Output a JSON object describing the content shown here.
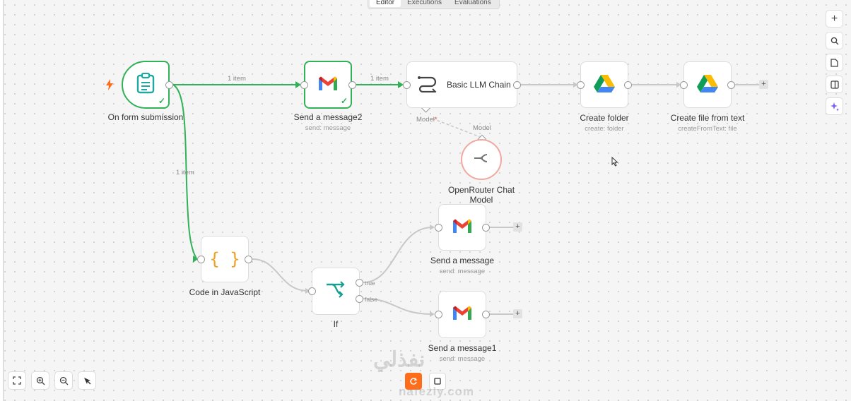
{
  "tabs": [
    {
      "label": "Editor",
      "active": true
    },
    {
      "label": "Executions",
      "active": false
    },
    {
      "label": "Evaluations",
      "active": false
    }
  ],
  "colors": {
    "success": "#31b158",
    "trigger": "#ff6d1a",
    "accent_ai": "#7b5cff",
    "gmail_red": "#ea4335"
  },
  "edges": {
    "item1": "1 item",
    "item2": "1 item",
    "item3": "1 item",
    "true_label": "true",
    "false_label": "false",
    "model_in": "Model",
    "model_out": "Model",
    "required_mark": "*"
  },
  "nodes": {
    "form": {
      "title": "On form submission",
      "icon": "clipboard-icon"
    },
    "send2": {
      "title": "Send a message2",
      "subtitle": "send: message",
      "icon": "gmail-icon"
    },
    "llm": {
      "title": "Basic LLM Chain",
      "icon": "chain-icon"
    },
    "folder": {
      "title": "Create folder",
      "subtitle": "create: folder",
      "icon": "google-drive-icon"
    },
    "file": {
      "title": "Create file from text",
      "subtitle": "createFromText: file",
      "icon": "google-drive-icon"
    },
    "openrouter": {
      "title_line1": "OpenRouter Chat",
      "title_line2": "Model",
      "icon": "openrouter-icon"
    },
    "code": {
      "title": "Code in JavaScript",
      "icon": "braces-icon",
      "glyph": "{ }"
    },
    "if": {
      "title": "If",
      "icon": "branch-icon"
    },
    "send": {
      "title": "Send a message",
      "subtitle": "send: message",
      "icon": "gmail-icon"
    },
    "send1": {
      "title": "Send a message1",
      "subtitle": "send: message",
      "icon": "gmail-icon"
    }
  },
  "toolbar": {
    "zoom_in": "+",
    "plus": "+"
  },
  "watermark": {
    "arabic": "نفذلي",
    "latin": "nafezly.com"
  }
}
